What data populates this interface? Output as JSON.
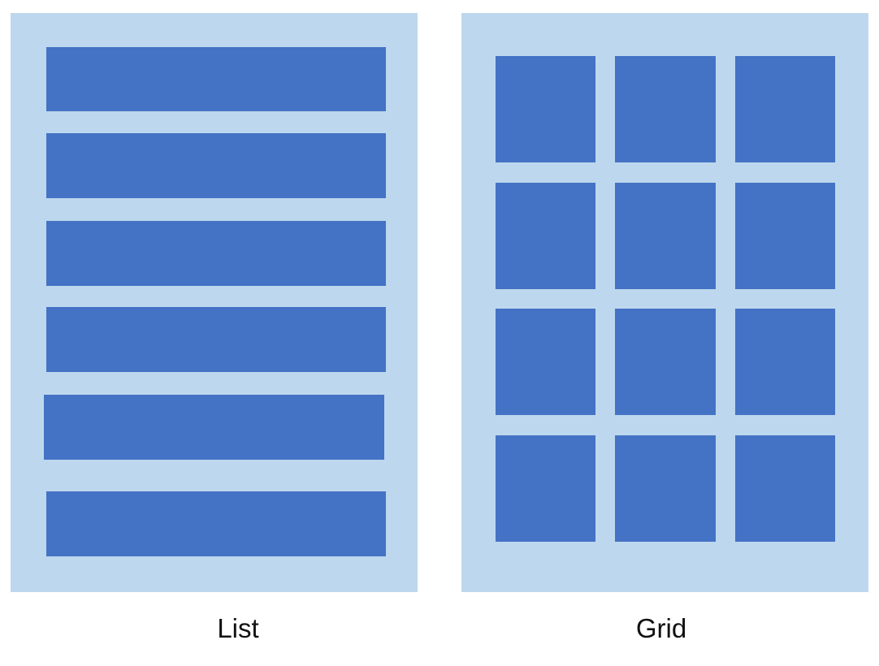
{
  "colors": {
    "background": "#FFFFFF",
    "panel": "#BDD7EE",
    "item": "#4472C4",
    "caption": "#111111"
  },
  "list": {
    "caption": "List",
    "item_count": 6
  },
  "grid": {
    "caption": "Grid",
    "item_count": 12
  }
}
